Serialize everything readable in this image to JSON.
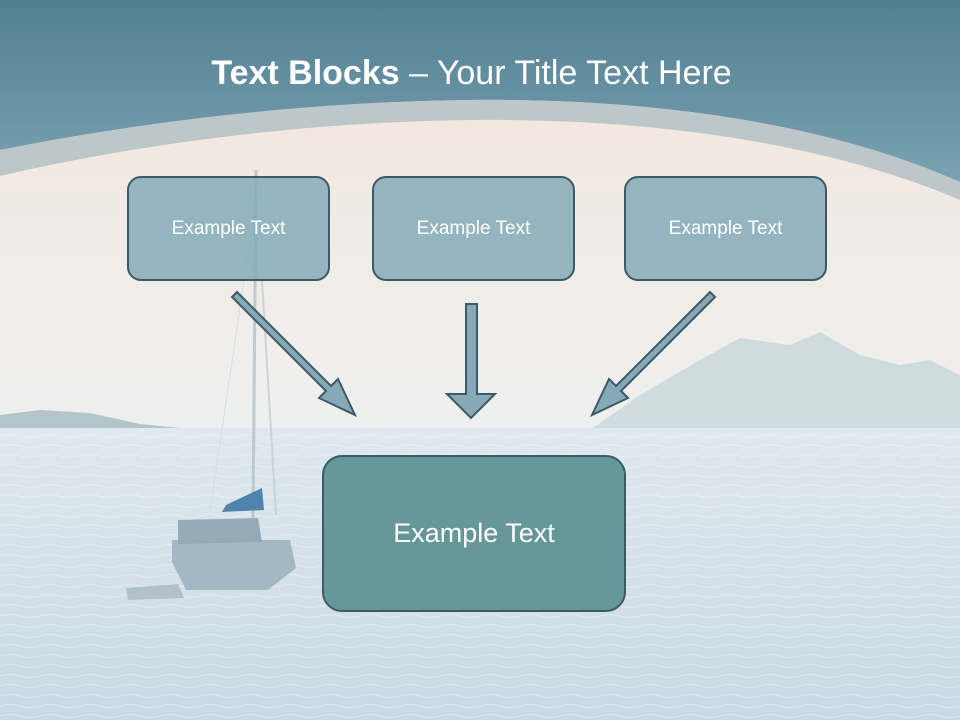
{
  "title": {
    "bold_part": "Text Blocks",
    "separator": " – ",
    "regular_part": "Your Title Text Here"
  },
  "blocks": [
    {
      "label": "Example Text"
    },
    {
      "label": "Example Text"
    },
    {
      "label": "Example Text"
    }
  ],
  "target_block": {
    "label": "Example Text"
  },
  "colors": {
    "header_band": "#5f8c9e",
    "block_fill": "#7da6b6",
    "target_fill": "#5c9192",
    "arrow_fill": "#86a8b7",
    "border": "#3c5a66"
  }
}
